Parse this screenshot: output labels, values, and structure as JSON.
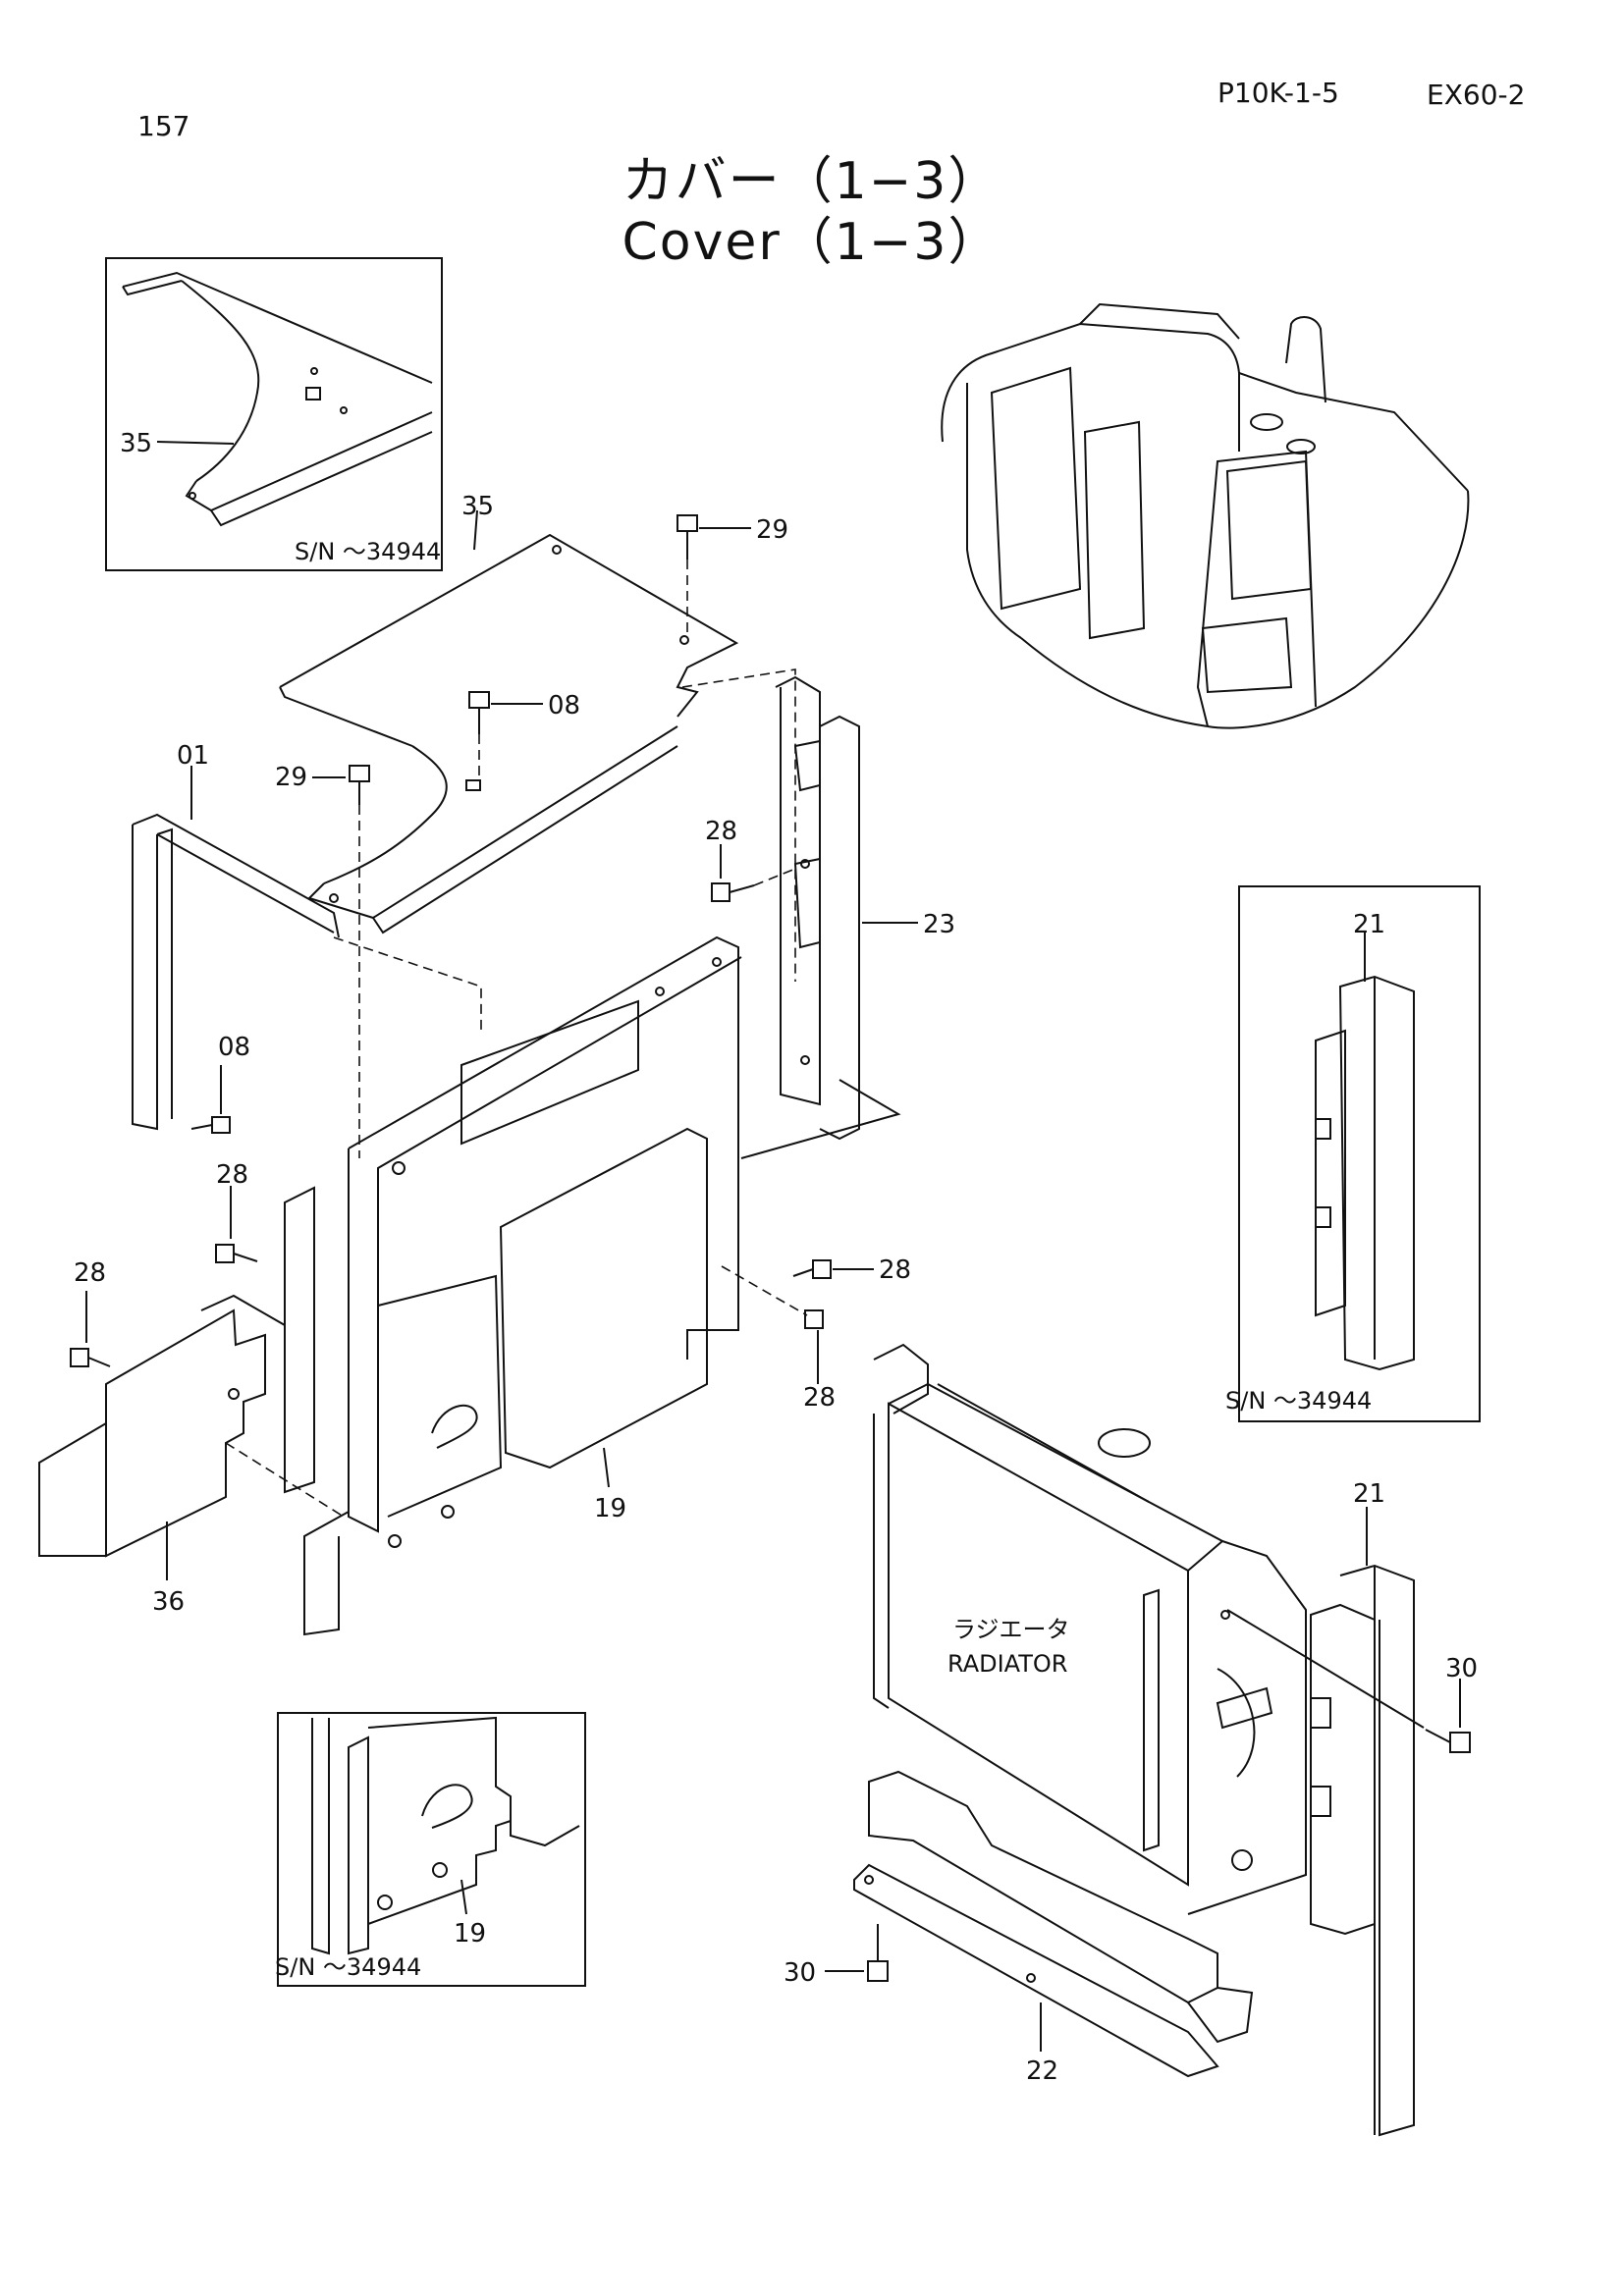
{
  "header": {
    "page_number": "157",
    "ref_code": "P10K-1-5",
    "model": "EX60-2"
  },
  "title": {
    "jp": "カバー（1−3）",
    "en": "Cover（1−3）"
  },
  "insets": {
    "top_left_sn": "S/N ～34944",
    "right_sn": "S/N ～34944",
    "bottom_sn": "S/N ～34944"
  },
  "callouts": {
    "p35_inset": "35",
    "p35": "35",
    "p29_a": "29",
    "p29_b": "29",
    "p08_a": "08",
    "p08_b": "08",
    "p01": "01",
    "p28_a": "28",
    "p28_b": "28",
    "p28_c": "28",
    "p28_d": "28",
    "p28_e": "28",
    "p23": "23",
    "p21_inset": "21",
    "p21": "21",
    "p19": "19",
    "p19_inset": "19",
    "p36": "36",
    "p30_a": "30",
    "p30_b": "30",
    "p22": "22"
  },
  "radiator": {
    "jp": "ラジエータ",
    "en": "RADIATOR"
  }
}
